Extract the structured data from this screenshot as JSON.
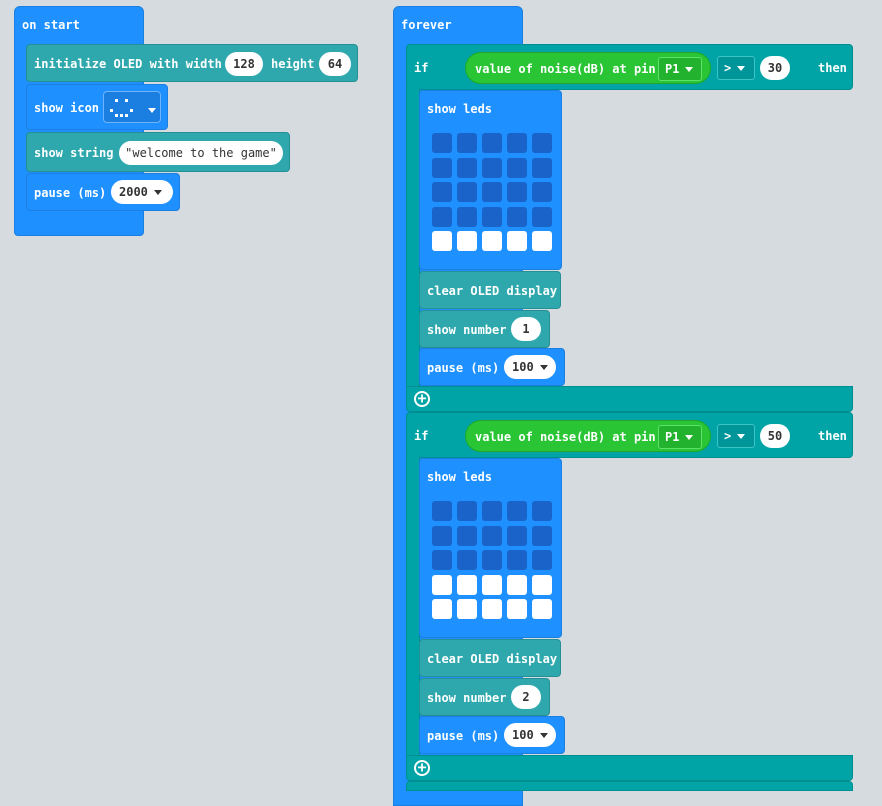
{
  "on_start": {
    "label": "on start",
    "init_oled": {
      "label": "initialize OLED with width",
      "width": "128",
      "height_label": "height",
      "height": "64"
    },
    "show_icon": {
      "label": "show icon"
    },
    "show_string": {
      "label": "show string",
      "value": "welcome to the game"
    },
    "pause": {
      "label": "pause (ms)",
      "value": "2000"
    }
  },
  "forever": {
    "label": "forever",
    "if1": {
      "if_label": "if",
      "cond_label": "value of noise(dB) at pin",
      "pin": "P1",
      "op": ">",
      "threshold": "30",
      "then_label": "then",
      "show_leds": "show leds",
      "clear": "clear OLED display",
      "show_number": {
        "label": "show number",
        "value": "1"
      },
      "pause": {
        "label": "pause (ms)",
        "value": "100"
      },
      "leds_lit_rows": 1
    },
    "if2": {
      "if_label": "if",
      "cond_label": "value of noise(dB) at pin",
      "pin": "P1",
      "op": ">",
      "threshold": "50",
      "then_label": "then",
      "show_leds": "show leds",
      "clear": "clear OLED display",
      "show_number": {
        "label": "show number",
        "value": "2"
      },
      "pause": {
        "label": "pause (ms)",
        "value": "100"
      },
      "leds_lit_rows": 2
    }
  },
  "icons": {
    "add": "plus-circle-icon",
    "dropdown": "triangle-down-icon"
  }
}
